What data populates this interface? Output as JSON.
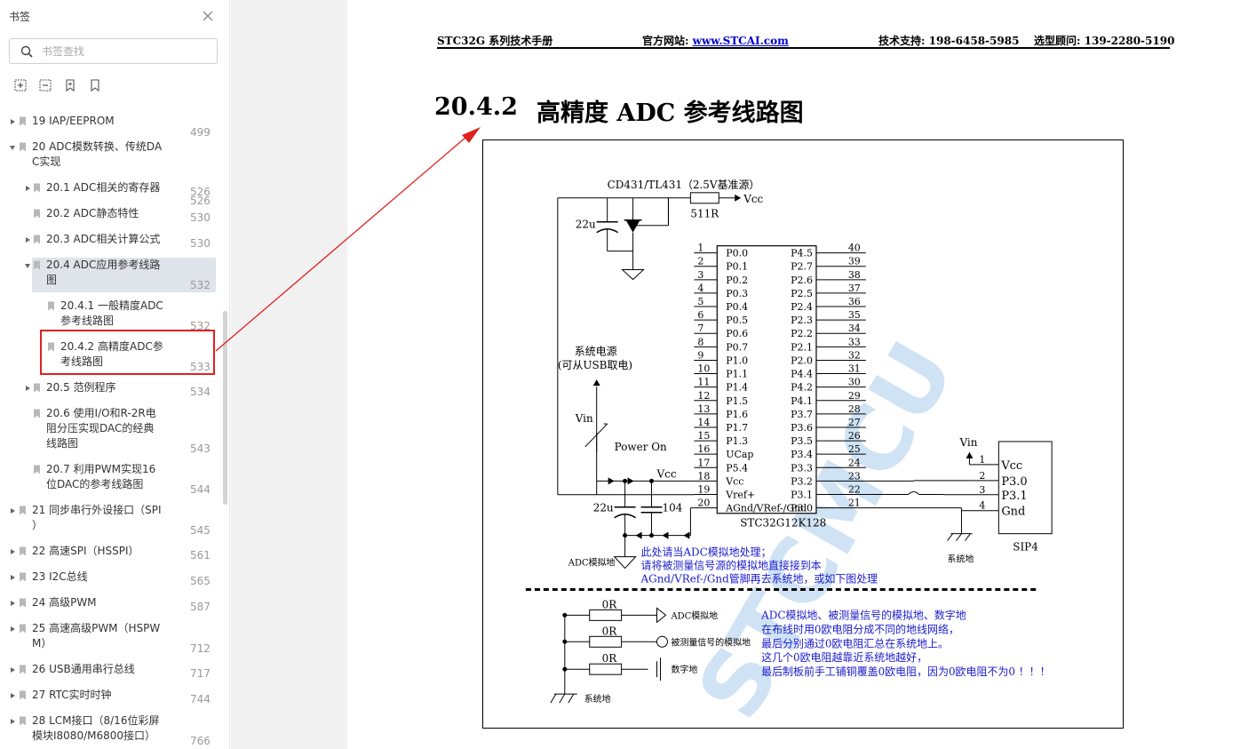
{
  "sidebar": {
    "title": "书签",
    "search_placeholder": "书签查找",
    "items": [
      {
        "label": "19 IAP/EEPROM",
        "page": "499"
      },
      {
        "label": "20 ADC模数转换、传统DA",
        "label2": "C实现",
        "page": "526"
      },
      {
        "label": "20.1 ADC相关的寄存器",
        "page": "526"
      },
      {
        "label": "20.2 ADC静态特性",
        "page": "530"
      },
      {
        "label": "20.3 ADC相关计算公式",
        "page": "530"
      },
      {
        "label": "20.4 ADC应用参考线路",
        "label2": "图",
        "page": "532"
      },
      {
        "label": "20.4.1 一般精度ADC",
        "label2": "参考线路图",
        "page": "532"
      },
      {
        "label": "20.4.2 高精度ADC参",
        "label2": "考线路图",
        "page": "533"
      },
      {
        "label": "20.5 范例程序",
        "page": "534"
      },
      {
        "label": "20.6 使用I/O和R-2R电",
        "label2": "阻分压实现DAC的经典",
        "label3": "线路图",
        "page": "543"
      },
      {
        "label": "20.7 利用PWM实现16",
        "label2": "位DAC的参考线路图",
        "page": "544"
      },
      {
        "label": "21 同步串行外设接口（SPI",
        "label2": "）",
        "page": "545"
      },
      {
        "label": "22 高速SPI（HSSPI）",
        "page": "561"
      },
      {
        "label": "23 I2C总线",
        "page": "565"
      },
      {
        "label": "24 高级PWM",
        "page": "587"
      },
      {
        "label": "25 高速高级PWM（HSPW",
        "label2": "M）",
        "page": "712"
      },
      {
        "label": "26 USB通用串行总线",
        "page": "717"
      },
      {
        "label": "27 RTC实时时钟",
        "page": "744"
      },
      {
        "label": "28 LCM接口（8/16位彩屏",
        "label2": "模块I8080/M6800接口）",
        "page": "766"
      }
    ]
  },
  "doc": {
    "header_manual": "STC32G 系列技术手册",
    "header_site_label": "官方网站:",
    "header_site_url": "www.STCAI.com",
    "header_support_label": "技术支持:",
    "header_support_phone": "198-6458-5985",
    "header_sales_label": "选型顾问:",
    "header_sales_phone": "139-2280-5190",
    "section_number": "20.4.2",
    "section_title": "高精度 ADC 参考线路图"
  },
  "circuit": {
    "ref_label": "CD431/TL431（2.5V基准源）",
    "resistor_label": "511R",
    "vcc": "Vcc",
    "cap_22u": "22u",
    "cap_104": "104",
    "sys_power": "系统电源",
    "sys_power_note": "(可从USB取电)",
    "vin": "Vin",
    "power_on": "Power On",
    "chip_name": "STC32G12K128",
    "left_pins": [
      "P0.0",
      "P0.1",
      "P0.2",
      "P0.3",
      "P0.4",
      "P0.5",
      "P0.6",
      "P0.7",
      "P1.0",
      "P1.1",
      "P1.4",
      "P1.5",
      "P1.6",
      "P1.7",
      "P1.3",
      "UCap",
      "P5.4",
      "Vcc",
      "Vref+",
      "AGnd/VRef-/Gnd"
    ],
    "right_pins": [
      "P4.5",
      "P2.7",
      "P2.6",
      "P2.5",
      "P2.4",
      "P2.3",
      "P2.2",
      "P2.1",
      "P2.0",
      "P4.4",
      "P4.2",
      "P4.1",
      "P3.7",
      "P3.6",
      "P3.5",
      "P3.4",
      "P3.3",
      "P3.2",
      "P3.1",
      "P3.0"
    ],
    "sip_pins": [
      "Vcc",
      "P3.0",
      "P3.1",
      "Gnd"
    ],
    "sip_name": "SIP4",
    "sys_gnd": "系统地",
    "adc_gnd": "ADC模拟地",
    "note1": "此处请当ADC模拟地处理；",
    "note2": "请将被测量信号源的模拟地直接接到本",
    "note3": "AGnd/VRef-/Gnd管脚再去系统地，或如下图处理",
    "r0": "0R",
    "gnd_adc": "ADC模拟地",
    "gnd_signal": "被测量信号的模拟地",
    "gnd_digital": "数字地",
    "gnd_system": "系统地",
    "desc1": "ADC模拟地、被测量信号的模拟地、数字地",
    "desc2": "在布线时用0欧电阻分成不同的地线网络，",
    "desc3": "最后分别通过0欧电阻汇总在系统地上。",
    "desc4": "这几个0欧电阻越靠近系统地越好，",
    "desc5": "最后制板前手工铺铜覆盖0欧电阻，因为0欧电阻不为0 ！！！",
    "watermark": "STCMCU"
  },
  "colors": {
    "accent_red": "#e02020",
    "note_blue": "#1a1acc",
    "watermark": "#cfe3f5",
    "selected_bg": "#dfe3ea"
  }
}
